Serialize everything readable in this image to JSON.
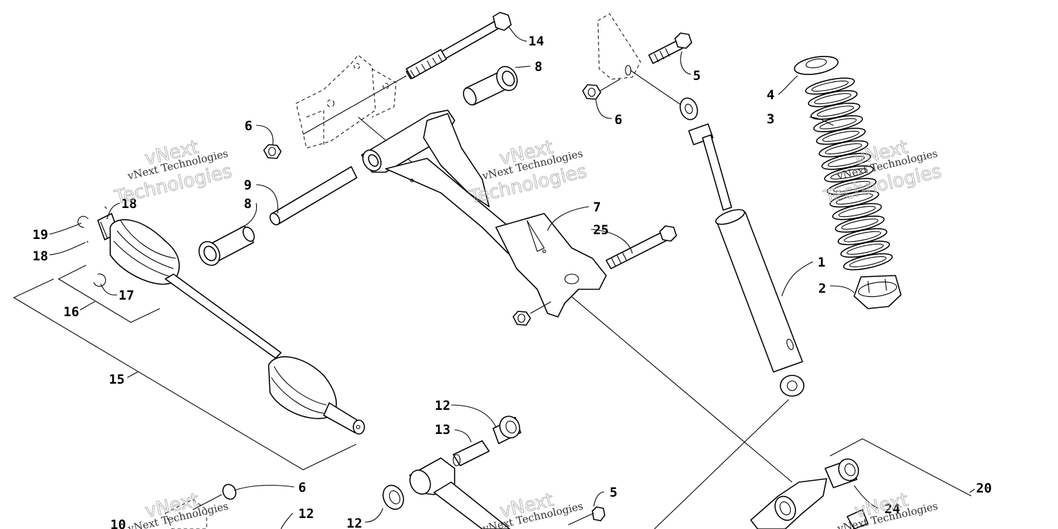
{
  "diagram": {
    "callouts": [
      "1",
      "2",
      "3",
      "4",
      "5",
      "6",
      "7",
      "8",
      "9",
      "12",
      "13",
      "14",
      "15",
      "16",
      "17",
      "18",
      "19",
      "20",
      "24",
      "25",
      "10"
    ],
    "watermark": {
      "company": "vNext Technologies",
      "outline_word_1": "vNext",
      "outline_word_2": "Technologies"
    }
  }
}
